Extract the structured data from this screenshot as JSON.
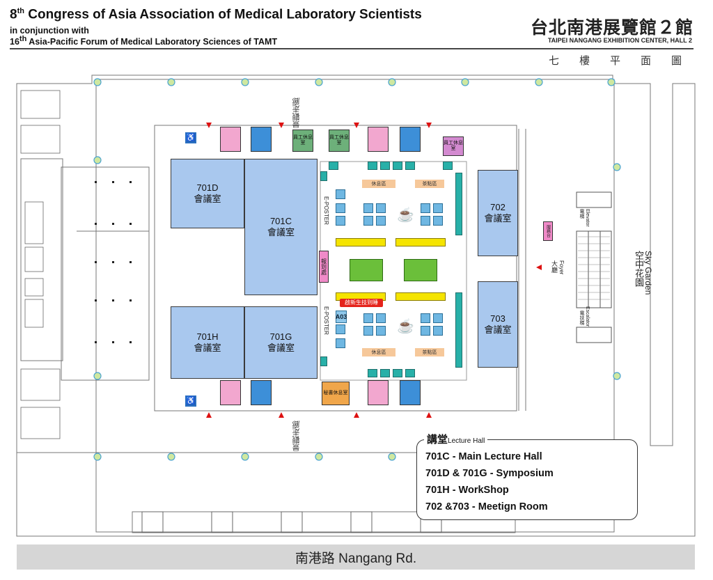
{
  "header": {
    "title_prefix": "8",
    "title_sup": "th",
    "title_rest": " Congress of Asia Association of Medical Laboratory Scientists",
    "conjunction": "in conjunction with",
    "forum_prefix": "16",
    "forum_sup": "th",
    "forum_rest": " Asia-Pacific Forum of Medical Laboratory Sciences of TAMT",
    "venue_cn": "台北南港展覽館２館",
    "venue_en": "TAIPEI NANGANG EXHIBITION CENTER, HALL 2",
    "floor_chars": [
      "七",
      "樓",
      "平",
      "面",
      "圖"
    ]
  },
  "rooms": {
    "r701d": {
      "code": "701D",
      "name": "會議室"
    },
    "r701c": {
      "code": "701C",
      "name": "會議室"
    },
    "r701h": {
      "code": "701H",
      "name": "會議室"
    },
    "r701g": {
      "code": "701G",
      "name": "會議室"
    },
    "r702": {
      "code": "702",
      "name": "會議室"
    },
    "r703": {
      "code": "703",
      "name": "會議室"
    }
  },
  "labels": {
    "corridor_top": "景觀走廊",
    "corridor_bottom": "景觀走廊",
    "staff_lounge": "員工休息室",
    "secretary_lounge": "秘書休息室",
    "rest_area": "休息區",
    "tea_area": "茶點區",
    "eposter_1": "E-POSTER",
    "eposter_2": "E-POSTER",
    "registration": "報到處",
    "sponsor_desk": "啟新生技到睡",
    "foyer_cn": "大廳",
    "foyer_en": "Foyer",
    "elevator_cn": "電梯",
    "elevator_en": "Elevator",
    "escalator_cn": "電扶梯",
    "escalator_en": "Escalator",
    "sky_garden_cn": "空中花園",
    "sky_garden_en": "Sky Garden",
    "service": "服務台",
    "booth_a03": "A03"
  },
  "legend": {
    "heading_cn": "講堂",
    "heading_en": "Lecture Hall",
    "lines": [
      "701C - Main Lecture Hall",
      "701D & 701G - Symposium",
      "701H - WorkShop",
      "702 &703 - Meetign Room"
    ]
  },
  "road": "南港路 Nangang Rd."
}
